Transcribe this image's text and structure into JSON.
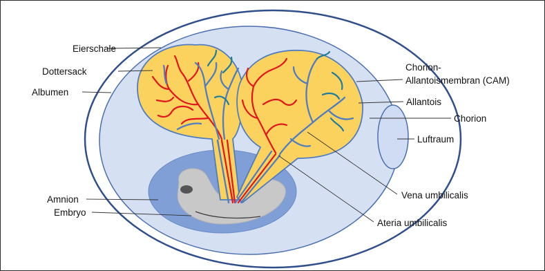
{
  "diagram": {
    "labels": {
      "eierschale": "Eierschale",
      "dottersack": "Dottersack",
      "albumen": "Albumen",
      "amnion": "Amnion",
      "embryo": "Embryo",
      "cam_line1": "Chorion-",
      "cam_line2": "Allantoismembran (CAM)",
      "allantois": "Allantois",
      "chorion": "Chorion",
      "luftraum": "Luftraum",
      "vena": "Vena umbilicalis",
      "ateria": "Ateria umbilicalis"
    },
    "colors": {
      "shell_outline": "#2f4e8c",
      "albumen": "#d6e0f3",
      "amnion": "#7f9fd6",
      "yolk_sac_fill": "#fbd25e",
      "allantois_fill": "#fbd25e",
      "embryo": "#c8c8c8",
      "artery": "#e3141b",
      "vein": "#4f7dc0"
    }
  }
}
